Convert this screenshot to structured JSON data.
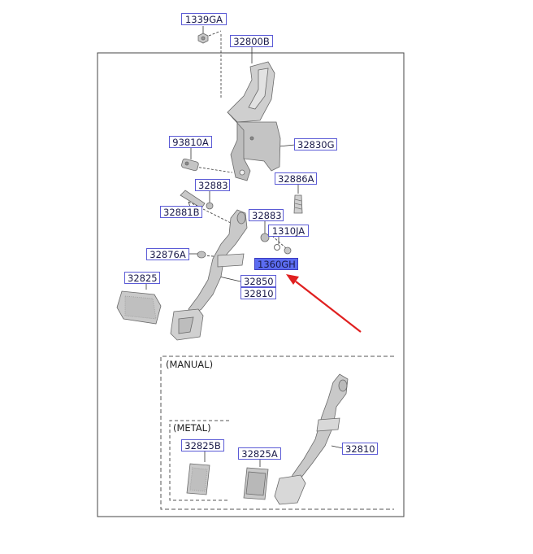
{
  "sections": {
    "manual": "(MANUAL)",
    "metal": "(METAL)"
  },
  "parts": [
    {
      "id": "p1339GA",
      "label": "1339GA"
    },
    {
      "id": "p32800B",
      "label": "32800B"
    },
    {
      "id": "p93810A",
      "label": "93810A"
    },
    {
      "id": "p32830G",
      "label": "32830G"
    },
    {
      "id": "p32886A",
      "label": "32886A"
    },
    {
      "id": "p32883a",
      "label": "32883"
    },
    {
      "id": "p32881B",
      "label": "32881B"
    },
    {
      "id": "p32883b",
      "label": "32883"
    },
    {
      "id": "p1310JA",
      "label": "1310JA"
    },
    {
      "id": "p32876A",
      "label": "32876A"
    },
    {
      "id": "p1360GH",
      "label": "1360GH",
      "highlighted": true
    },
    {
      "id": "p32825",
      "label": "32825"
    },
    {
      "id": "p32850",
      "label": "32850"
    },
    {
      "id": "p32810a",
      "label": "32810"
    },
    {
      "id": "p32825B",
      "label": "32825B"
    },
    {
      "id": "p32825A",
      "label": "32825A"
    },
    {
      "id": "p32810b",
      "label": "32810"
    }
  ],
  "colors": {
    "label_border": "#5b5bd6",
    "highlight_fill": "#5b6cf0",
    "arrow": "#e02020",
    "part_fill": "#c8c8c8",
    "part_stroke": "#6a6a6a"
  }
}
